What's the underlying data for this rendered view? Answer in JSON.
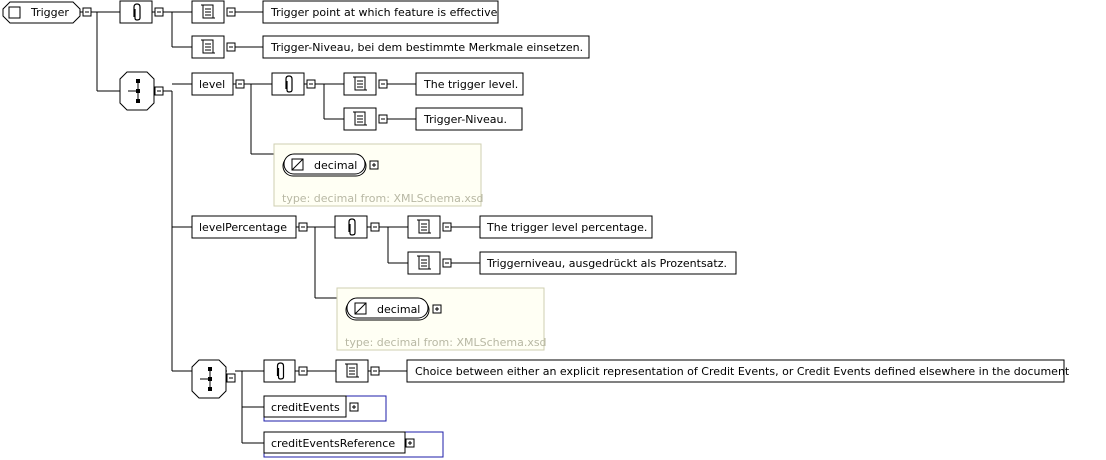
{
  "root": {
    "label": "Trigger"
  },
  "root_annotations": [
    "Trigger point at which feature is effective",
    "Trigger-Niveau, bei dem bestimmte Merkmale einsetzen."
  ],
  "level": {
    "label": "level",
    "annotations": [
      "The trigger level.",
      "Trigger-Niveau."
    ],
    "type_name": "decimal",
    "type_caption": "type: decimal from: XMLSchema.xsd"
  },
  "level_percentage": {
    "label": "levelPercentage",
    "annotations": [
      "The trigger level percentage.",
      "Triggerniveau, ausgedrückt als Prozentsatz."
    ],
    "type_name": "decimal",
    "type_caption": "type: decimal from: XMLSchema.xsd"
  },
  "choice": {
    "annotation": "Choice between either an explicit representation of Credit Events, or Credit Events defined elsewhere in the document",
    "options": [
      "creditEvents",
      "creditEventsReference"
    ]
  },
  "icons": {
    "sequence": "sequence-compositor-icon",
    "choice": "choice-compositor-icon",
    "annotation": "annotation-icon",
    "documentation": "documentation-scroll-icon",
    "simple_type": "simple-type-icon",
    "element": "element-icon",
    "collapse": "collapse-icon",
    "expand": "expand-icon"
  },
  "colors": {
    "line": "#000000",
    "type_box_border": "#cfcfb2",
    "type_box_fill": "#fffff4",
    "type_caption": "#b8b8a4",
    "reference_border": "#1c1ca8"
  }
}
